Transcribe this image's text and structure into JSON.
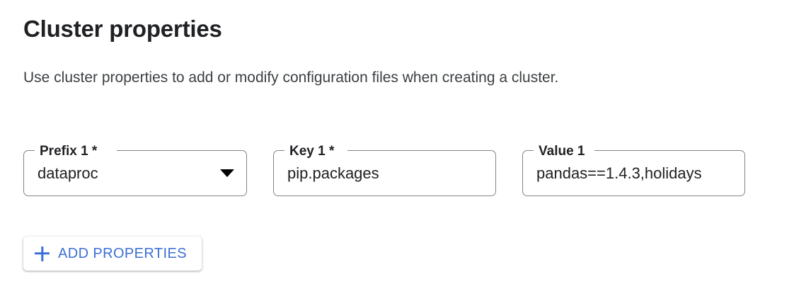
{
  "section": {
    "title": "Cluster properties",
    "description": "Use cluster properties to add or modify configuration files when creating a cluster."
  },
  "fields": [
    {
      "name": "prefix",
      "label": "Prefix 1 *",
      "value": "dataproc",
      "type": "select",
      "required": true,
      "caret_icon": "chevron-down-icon"
    },
    {
      "name": "key",
      "label": "Key 1 *",
      "value": "pip.packages",
      "type": "text",
      "required": true
    },
    {
      "name": "value",
      "label": "Value 1",
      "value": "pandas==1.4.3,holidays",
      "type": "text",
      "required": false
    }
  ],
  "add_button": {
    "label": "ADD PROPERTIES",
    "icon": "plus-icon",
    "color": "#3c6fd4"
  },
  "colors": {
    "accent": "#3c6fd4",
    "text_primary": "#202124",
    "text_secondary": "#3c4043",
    "outline": "#80868b",
    "background": "#ffffff"
  }
}
